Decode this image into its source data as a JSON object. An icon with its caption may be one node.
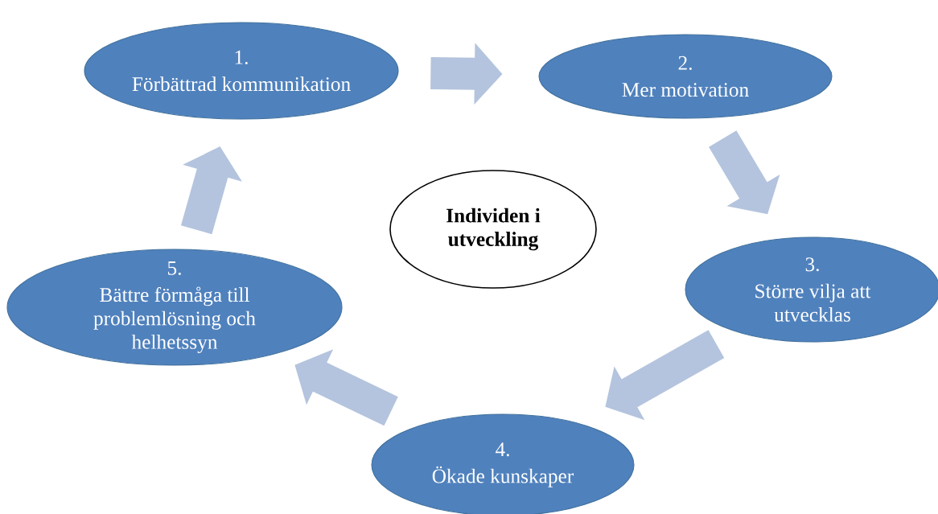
{
  "diagram": {
    "nodes": [
      {
        "text": [
          "1.",
          "Förbättrad kommunikation"
        ]
      },
      {
        "text": [
          "2.",
          "Mer motivation"
        ]
      },
      {
        "text": [
          "3.",
          "Större vilja att utvecklas"
        ]
      },
      {
        "text": [
          "4.",
          "Ökade kunskaper"
        ]
      },
      {
        "text": [
          "5.",
          "Bättre förmåga till problemlösning och helhetssyn"
        ]
      },
      {
        "text": [
          "Individen i utveckling"
        ]
      }
    ],
    "edges": [
      {
        "from": 0,
        "to": 1,
        "arrow": "to"
      },
      {
        "from": 1,
        "to": 2,
        "arrow": "to"
      },
      {
        "from": 2,
        "to": 3,
        "arrow": "to"
      },
      {
        "from": 3,
        "to": 4,
        "arrow": "to"
      },
      {
        "from": 4,
        "to": 0,
        "arrow": "to"
      }
    ]
  }
}
